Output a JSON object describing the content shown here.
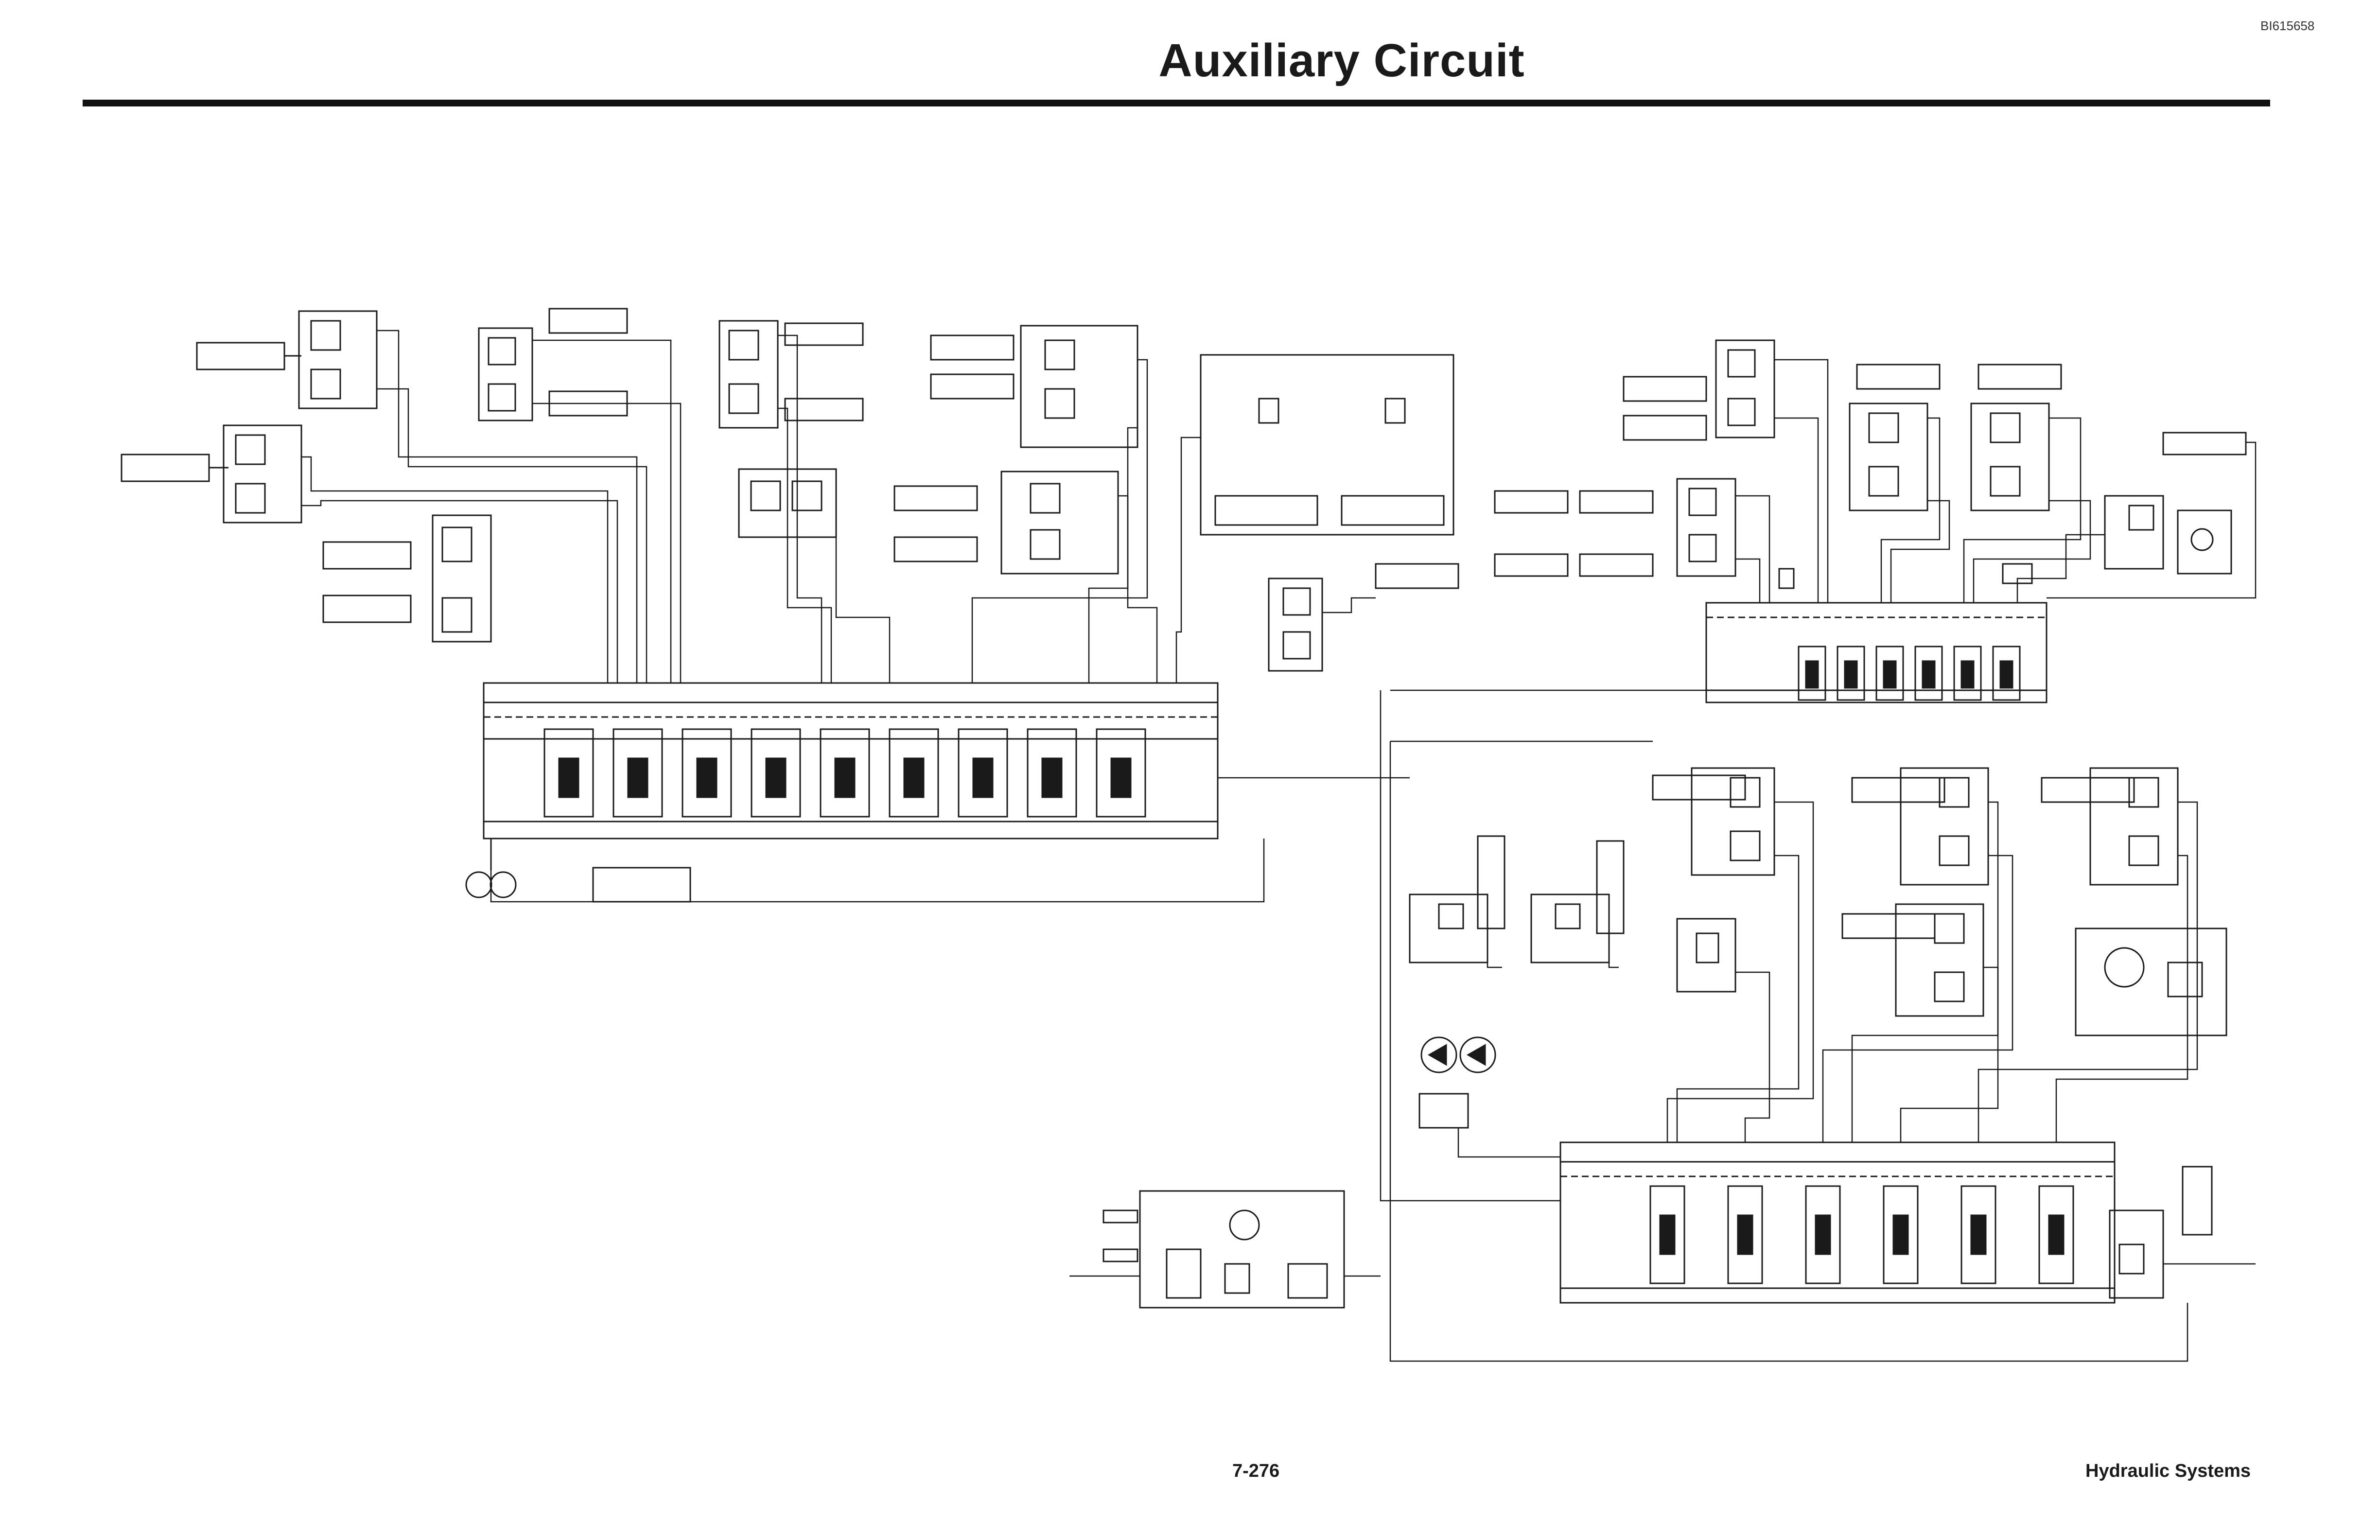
{
  "header": {
    "document_id": "BI615658",
    "title": "Auxiliary Circuit"
  },
  "footer": {
    "page_number": "7-276",
    "section": "Hydraulic Systems"
  },
  "diagram": {
    "kind": "hydraulic schematic",
    "left_assembly": {
      "control_valve_sections": 9,
      "cylinders_with_valve_blocks": 10
    },
    "right_upper_assembly": {
      "control_valve_sections": 6,
      "cylinders_with_valve_blocks": 6
    },
    "right_lower_assembly": {
      "control_valve_sections": 6,
      "cylinders_with_valve_blocks": 7,
      "pumps": 3
    },
    "colors": {
      "line": "#1a1a1a",
      "paper": "#ffffff"
    }
  }
}
